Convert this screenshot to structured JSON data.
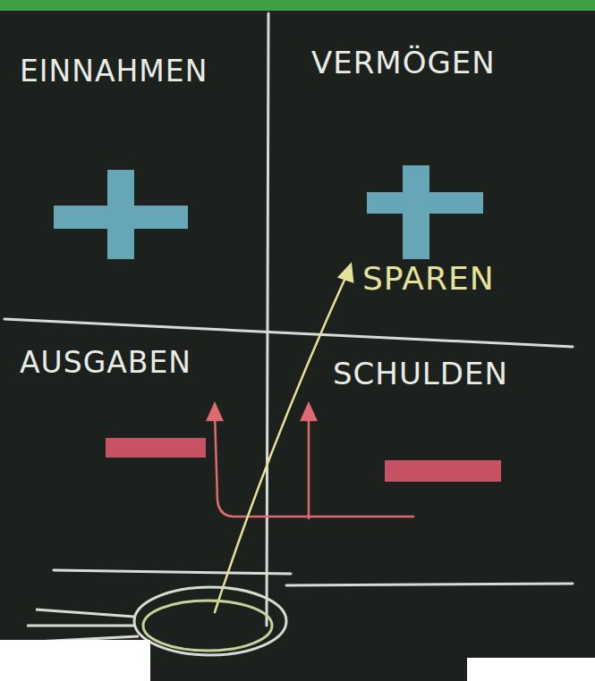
{
  "diagram": {
    "labels": [
      "EINNAHMEN",
      "VERMÖGEN",
      "SPAREN",
      "AUSGABEN",
      "SCHULDEN"
    ]
  }
}
